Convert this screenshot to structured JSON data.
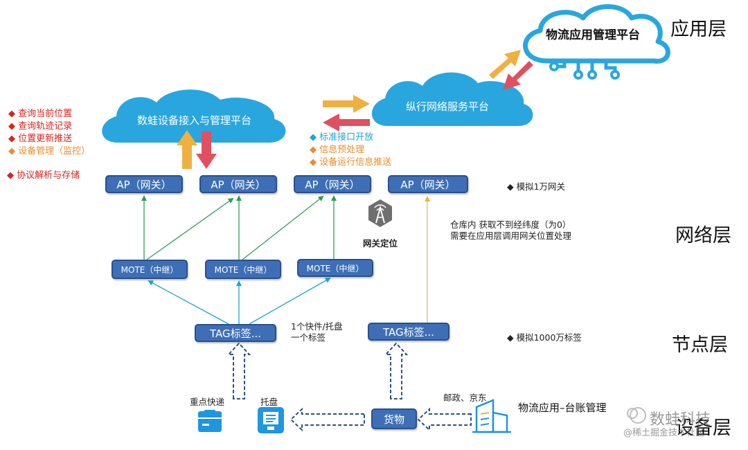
{
  "layers": {
    "application": "应用层",
    "network": "网络层",
    "node": "节点层",
    "device": "设备层"
  },
  "clouds": {
    "logistics_platform": "物流应用管理平台",
    "service_platform": "纵行网络服务平台",
    "access_platform": "数蛙设备接入与管理平台"
  },
  "left_features": [
    {
      "text": "查询当前位置",
      "color": "red"
    },
    {
      "text": "查询轨迹记录",
      "color": "red"
    },
    {
      "text": "位置更新推送",
      "color": "red"
    },
    {
      "text": "设备管理（监控）",
      "color": "orange"
    },
    {
      "text": "协议解析与存储",
      "color": "red"
    }
  ],
  "mid_features": [
    {
      "text": "标准接口开放",
      "color": "blue"
    },
    {
      "text": "信息预处理",
      "color": "orange"
    },
    {
      "text": "设备运行信息推送",
      "color": "orange"
    }
  ],
  "ap_label": "AP（网关）",
  "mote_label": "MOTE（中继）",
  "tag_label": "TAG标签...",
  "gateway_locate": "网关定位",
  "sim_gateway": "模拟1万网关",
  "sim_tags": "模拟1000万标签",
  "warehouse_note_1": "仓库内  获取不到经纬度（为0）",
  "warehouse_note_2": "需要在应用层调用网关位置处理",
  "tag_note_1": "1个快件/托盘",
  "tag_note_2": "一个标签",
  "device_express": "重点快递",
  "device_pallet": "托盘",
  "goods": "货物",
  "postal": "邮政、京东",
  "ledger": "物流应用–台账管理",
  "watermark_1": "数蛙科技",
  "watermark_2": "@稀土掘金技术社区",
  "colors": {
    "box": "#3e6fb6",
    "cloud": "#2aa6de",
    "red": "#e0201b",
    "orange": "#f08a2a",
    "blue": "#1aa5d6",
    "green": "#2e9e52"
  }
}
